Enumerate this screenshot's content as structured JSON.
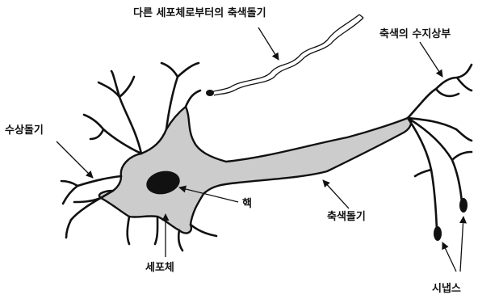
{
  "labels": {
    "axon_from_other": "다른 세포체로부터의 축색돌기",
    "axon_terminal": "축색의 수지상부",
    "dendrite": "수상돌기",
    "nucleus": "핵",
    "axon": "축색돌기",
    "cell_body": "세포체",
    "synapse": "시냅스"
  },
  "colors": {
    "stroke": "#111111",
    "cell_fill": "#cccccc",
    "nucleus_fill": "#111111",
    "background": "#ffffff"
  }
}
